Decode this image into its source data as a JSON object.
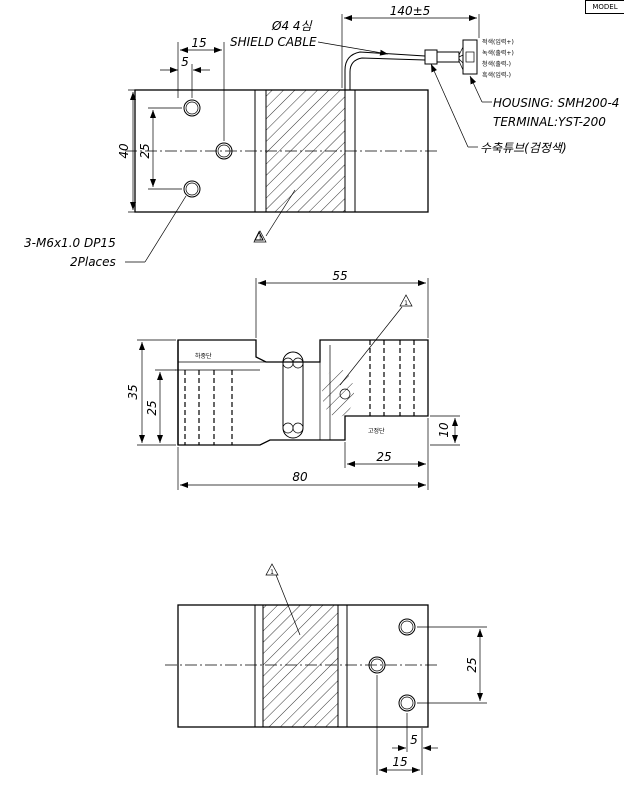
{
  "header": {
    "model_label": "MODEL"
  },
  "cable": {
    "length": "140±5",
    "spec": "Ø4  4심",
    "shield": "SHIELD CABLE",
    "wires": [
      "적색(입력+)",
      "녹색(출력+)",
      "청색(출력-)",
      "흑색(입력-)"
    ],
    "housing": "HOUSING: SMH200-4",
    "terminal": "TERMINAL:YST-200",
    "tube": "수축튜브(검정색)"
  },
  "top_view": {
    "dim_15": "15",
    "dim_5": "5",
    "dim_40": "40",
    "dim_25": "25",
    "thread_note": "3-M6x1.0  DP15",
    "places_note": "2Places",
    "mark": "1"
  },
  "side_view": {
    "dim_55": "55",
    "dim_35": "35",
    "dim_25": "25",
    "dim_80": "80",
    "dim_10": "10",
    "dim_25b": "25",
    "load_side": "하중단",
    "fixed_side": "고정단",
    "mark": "1"
  },
  "bottom_view": {
    "dim_25": "25",
    "dim_5": "5",
    "dim_15": "15",
    "mark": "1"
  }
}
